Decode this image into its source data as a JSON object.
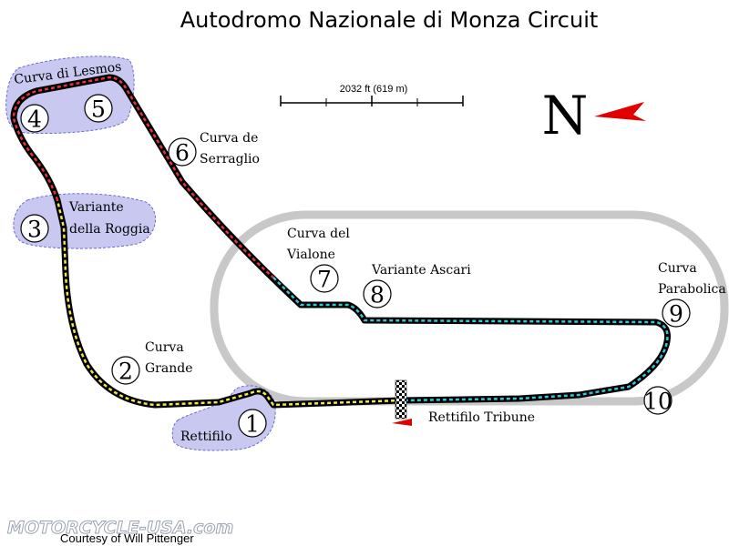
{
  "map": {
    "title": "Autodromo Nazionale di Monza Circuit",
    "scale_label": "2032 ft (619 m)",
    "compass_letter": "N",
    "credit_logo_text": "MOTORCYCLE-USA.com",
    "credit": "Courtesy of Will Pittenger",
    "colors": {
      "track_outline": "#000000",
      "oval": "#c8c8c8",
      "sector_1": "#f1e84a",
      "sector_2": "#e8323c",
      "sector_3": "#34c6d6",
      "highlight_fill": "#c8c8f0",
      "highlight_stroke": "#6a6ad8",
      "north_arrow": "#e00000"
    },
    "corners": [
      {
        "number": "1",
        "name": "Rettifilo"
      },
      {
        "number": "2",
        "name_line1": "Curva",
        "name_line2": "Grande"
      },
      {
        "number": "3",
        "name_line1": "Variante",
        "name_line2": "della Roggia"
      },
      {
        "number": "4"
      },
      {
        "number": "5",
        "name": "Curva di Lesmos"
      },
      {
        "number": "6",
        "name_line1": "Curva de",
        "name_line2": "Serraglio"
      },
      {
        "number": "7",
        "name_line1": "Curva del",
        "name_line2": "Vialone"
      },
      {
        "number": "8",
        "name": "Variante Ascari"
      },
      {
        "number": "9",
        "name_line1": "Curva",
        "name_line2": "Parabolica"
      },
      {
        "number": "10"
      }
    ],
    "straight_label": "Rettifilo Tribune"
  }
}
